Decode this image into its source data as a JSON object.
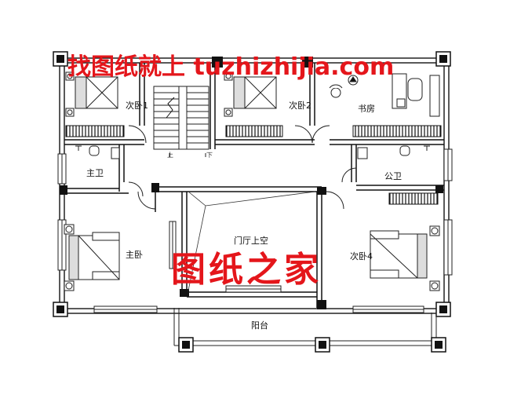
{
  "watermark": {
    "top": "找图纸就上 tuzhizhijia.com",
    "center": "图纸之家",
    "color": "#e4161b"
  },
  "rooms": {
    "bedroom1": "次卧1",
    "bedroom2": "次卧2",
    "study": "书房",
    "master_bath": "主卫",
    "public_bath": "公卫",
    "master_bedroom": "主卧",
    "hall_void": "门厅上空",
    "bedroom4": "次卧4",
    "balcony": "阳台"
  },
  "stairs": {
    "up": "上",
    "down": "下"
  },
  "colors": {
    "wall": "#111111",
    "line": "#333333",
    "background": "#ffffff"
  }
}
